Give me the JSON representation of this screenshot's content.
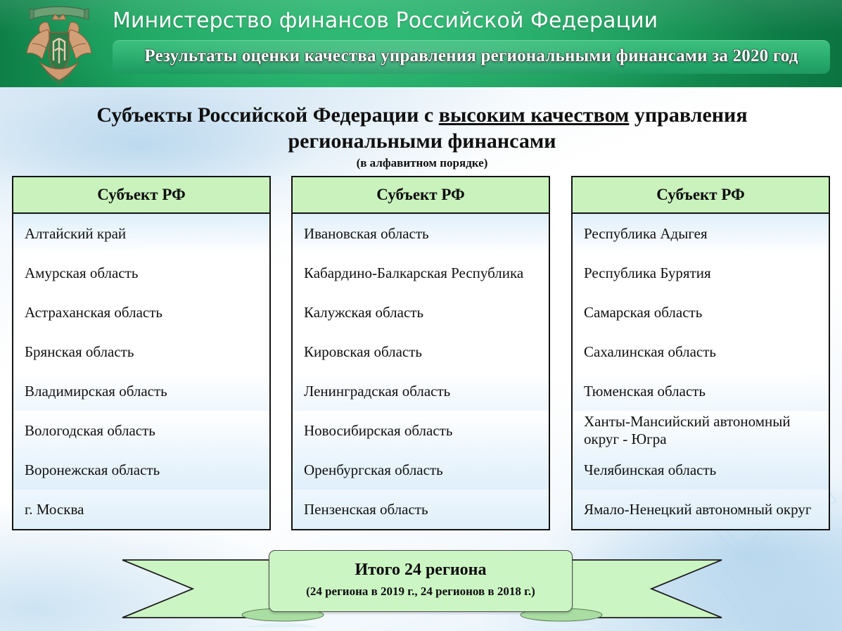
{
  "header": {
    "emblem_name": "ministry-of-finance-emblem",
    "ministry_title": "Министерство финансов Российской Федерации",
    "subtitle": "Результаты оценки качества управления региональными финансами за 2020 год",
    "colors": {
      "green_dark": "#0e7f47",
      "green_mid": "#27b06b",
      "green_bar": "#2fb273"
    }
  },
  "title": {
    "line1_part1": "Субъекты Российской Федерации с ",
    "line1_underlined": "высоким качеством",
    "line1_part2": " управления",
    "line2": "региональными финансами",
    "note": "(в алфавитном порядке)"
  },
  "tables": [
    {
      "header": "Субъект РФ",
      "rows": [
        "Алтайский край",
        "Амурская область",
        "Астраханская область",
        "Брянская область",
        "Владимирская область",
        "Вологодская область",
        "Воронежская область",
        "г. Москва"
      ]
    },
    {
      "header": "Субъект РФ",
      "rows": [
        "Ивановская область",
        "Кабардино-Балкарская Республика",
        "Калужская область",
        "Кировская область",
        "Ленинградская область",
        "Новосибирская область",
        "Оренбургская область",
        "Пензенская область"
      ]
    },
    {
      "header": "Субъект РФ",
      "rows": [
        "Республика Адыгея",
        "Республика Бурятия",
        "Самарская область",
        "Сахалинская область",
        "Тюменская область",
        "Ханты-Мансийский автономный округ - Югра",
        "Челябинская область",
        "Ямало-Ненецкий автономный округ"
      ]
    }
  ],
  "banner": {
    "total": "Итого 24 региона",
    "comparison": "(24 региона в 2019 г., 24 регионов в 2018 г.)",
    "fill_color": "#ccf5c4"
  }
}
